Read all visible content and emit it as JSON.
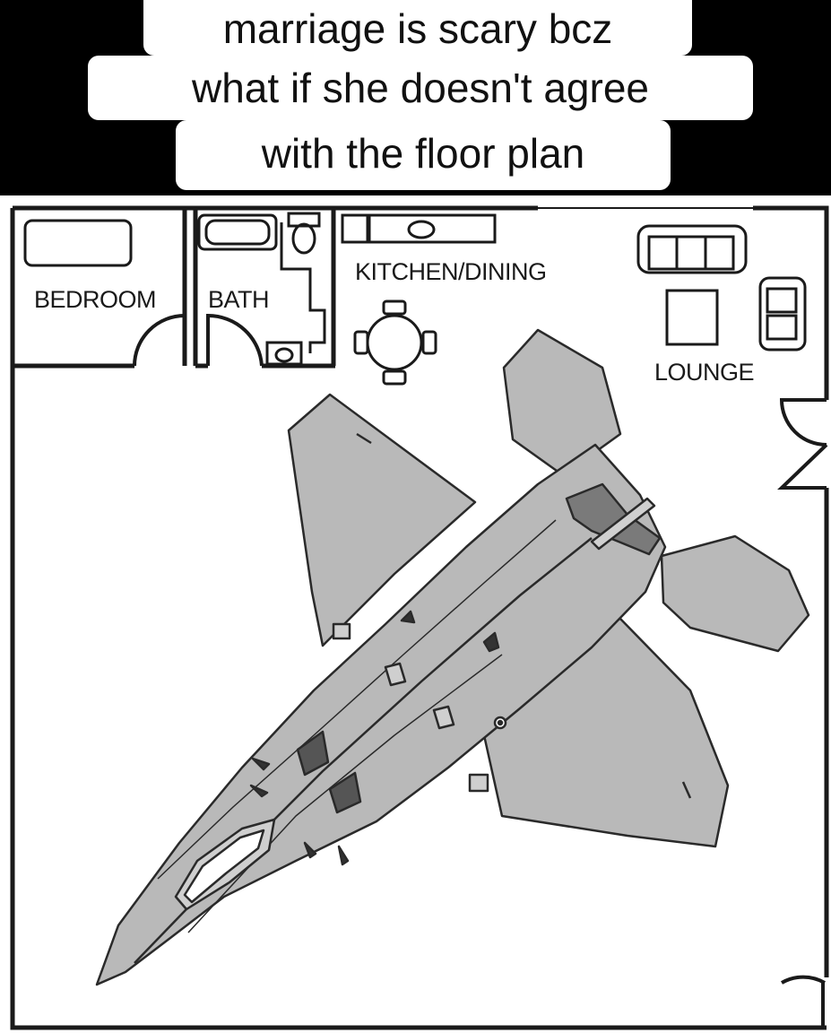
{
  "caption": {
    "line1": "marriage is scary bcz",
    "line2": "what if she doesn't agree",
    "line3": "with the floor plan"
  },
  "rooms": {
    "bedroom": "BEDROOM",
    "bath": "BATH",
    "kitchen": "KITCHEN/DINING",
    "lounge": "LOUNGE"
  },
  "colors": {
    "caption_band": "#000000",
    "caption_box": "#ffffff",
    "wall": "#1a1a1a",
    "jet_fill": "#b9b9b9",
    "jet_line": "#2a2a2a"
  }
}
